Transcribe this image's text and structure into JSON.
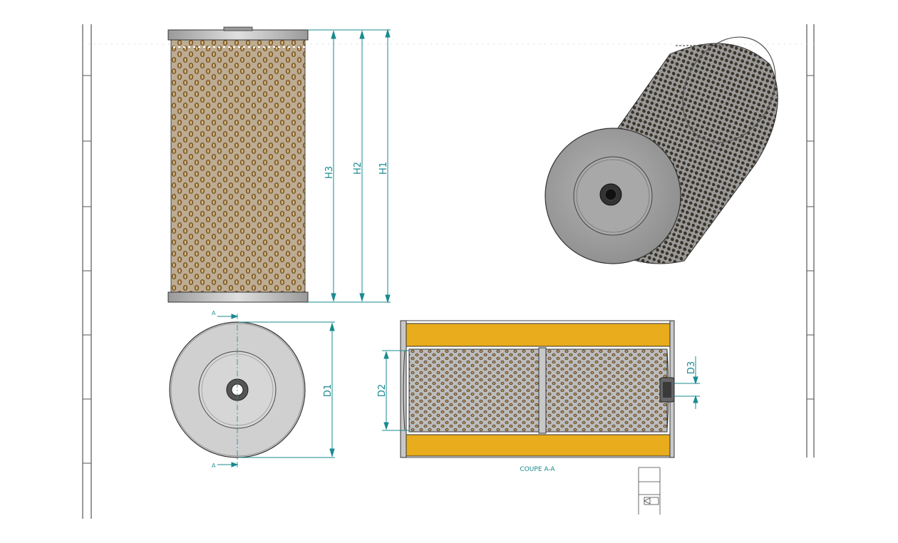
{
  "dimensions": {
    "h1": "H1",
    "h2": "H2",
    "h3": "H3",
    "d1": "D1",
    "d2": "D2",
    "d3": "D3"
  },
  "section": {
    "label": "COUPE A-A",
    "marker": "A"
  },
  "colors": {
    "dimension": "#1a8a8f",
    "media": "#c9a36a",
    "media_dark": "#7a5a2e",
    "mesh": "#b9b9b9",
    "endcap": "#c8c8c8",
    "section_fill": "#e8ac1c",
    "outline": "#333333"
  }
}
